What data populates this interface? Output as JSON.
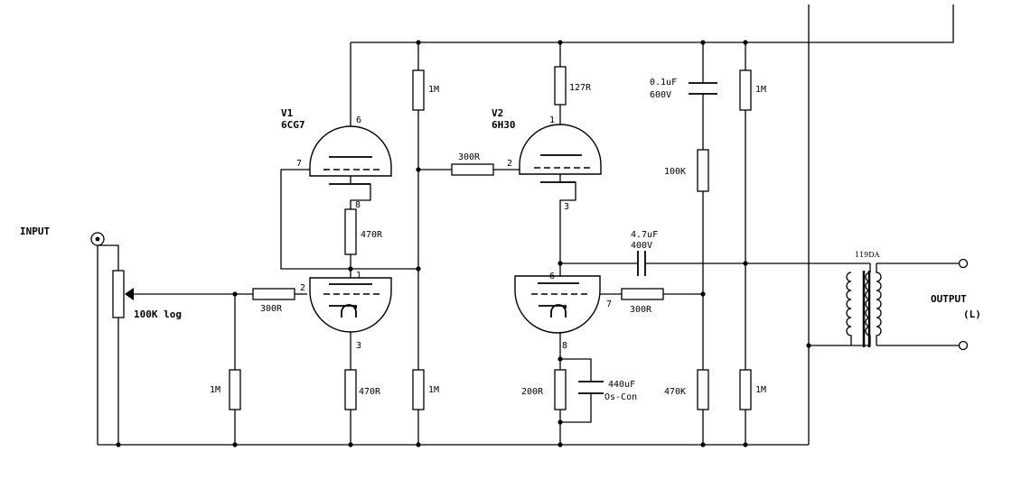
{
  "input": {
    "label": "INPUT"
  },
  "output": {
    "label": "OUTPUT",
    "channel": "(L)"
  },
  "v1": {
    "name": "V1",
    "type": "6CG7",
    "pins": {
      "p6": "6",
      "p7": "7",
      "p8": "8",
      "p1": "1",
      "p2": "2",
      "p3": "3"
    }
  },
  "v2": {
    "name": "V2",
    "type": "6H30",
    "pins": {
      "p1": "1",
      "p2": "2",
      "p3": "3",
      "p6": "6",
      "p7": "7",
      "p8": "8"
    }
  },
  "transformer": {
    "label": "119DA"
  },
  "components": {
    "pot": "100K log",
    "r_in_series": "300R",
    "r_in_shunt": "1M",
    "r_v1_cath_low": "470R",
    "r_v1_mid": "470R",
    "r_v1_top_load": "1M",
    "r_v1_low": "1M",
    "r_v2_grid": "300R",
    "r_v2_plate": "127R",
    "r_v2_cath": "200R",
    "c_v2_cath_val": "440uF",
    "c_v2_cath_type": "Os-Con",
    "c_out_val": "4.7uF",
    "c_out_volt": "400V",
    "r_v2_grid2": "300R",
    "c_supply_val": "0.1uF",
    "c_supply_volt": "600V",
    "r_div_top": "100K",
    "r_div_bot": "470K",
    "r_out_top": "1M",
    "r_out_bot": "1M"
  }
}
